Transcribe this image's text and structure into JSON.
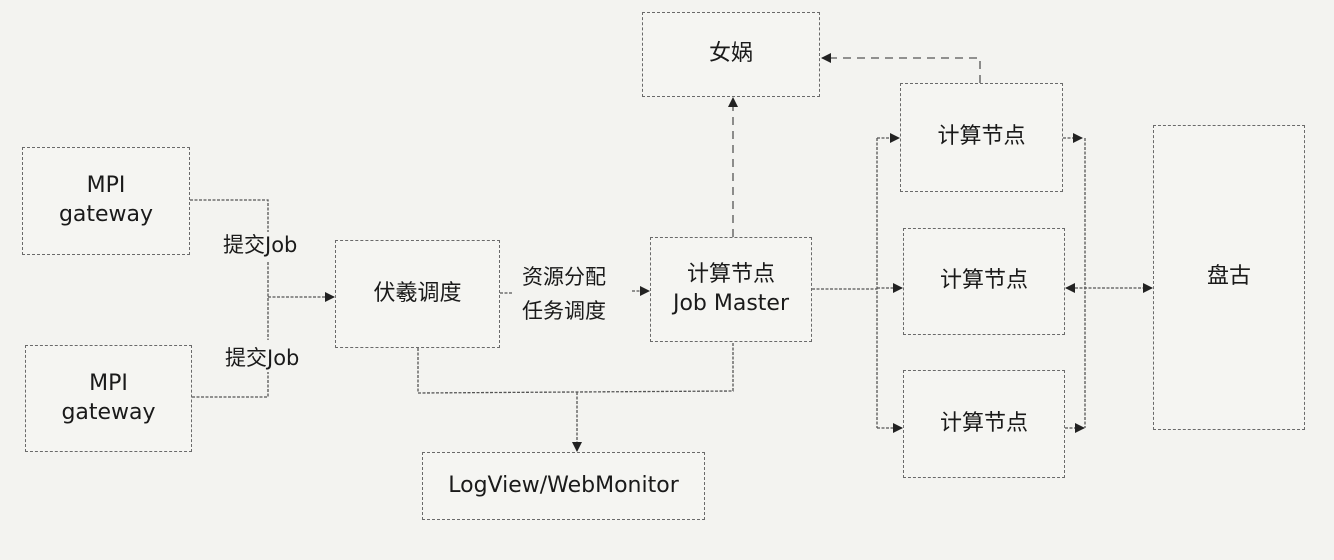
{
  "nodes": {
    "gateway_top": {
      "line1": "MPI",
      "line2": "gateway"
    },
    "gateway_bottom": {
      "line1": "MPI",
      "line2": "gateway"
    },
    "fuxi": "伏羲调度",
    "job_master": {
      "line1": "计算节点",
      "line2": "Job Master"
    },
    "nuwa": "女娲",
    "compute_nodes": [
      "计算节点",
      "计算节点",
      "计算节点"
    ],
    "pangu": "盘古",
    "logview": "LogView/WebMonitor"
  },
  "edge_labels": {
    "submit_top": "提交Job",
    "submit_bottom": "提交Job",
    "resource_alloc": "资源分配",
    "task_sched": "任务调度"
  },
  "colors": {
    "line": "#555555",
    "background": "#f3f3f0"
  }
}
